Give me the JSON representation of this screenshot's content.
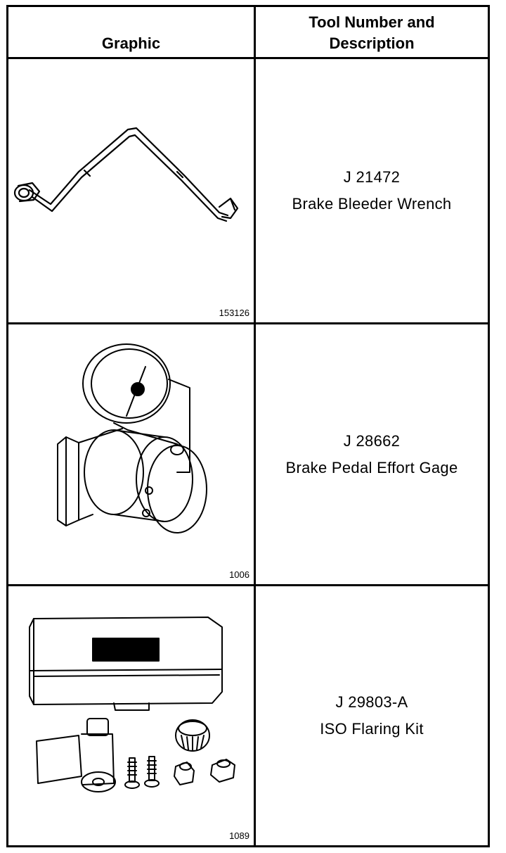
{
  "header": {
    "graphic": "Graphic",
    "tool_line1": "Tool Number and",
    "tool_line2": "Description"
  },
  "rows": [
    {
      "tool_number": "J 21472",
      "description": "Brake Bleeder Wrench",
      "figure_id": "153126",
      "icon": "bleeder-wrench-icon"
    },
    {
      "tool_number": "J 28662",
      "description": "Brake Pedal Effort Gage",
      "figure_id": "1006",
      "icon": "pedal-effort-gage-icon"
    },
    {
      "tool_number": "J 29803-A",
      "description": "ISO Flaring Kit",
      "figure_id": "1089",
      "icon": "flaring-kit-icon"
    }
  ]
}
